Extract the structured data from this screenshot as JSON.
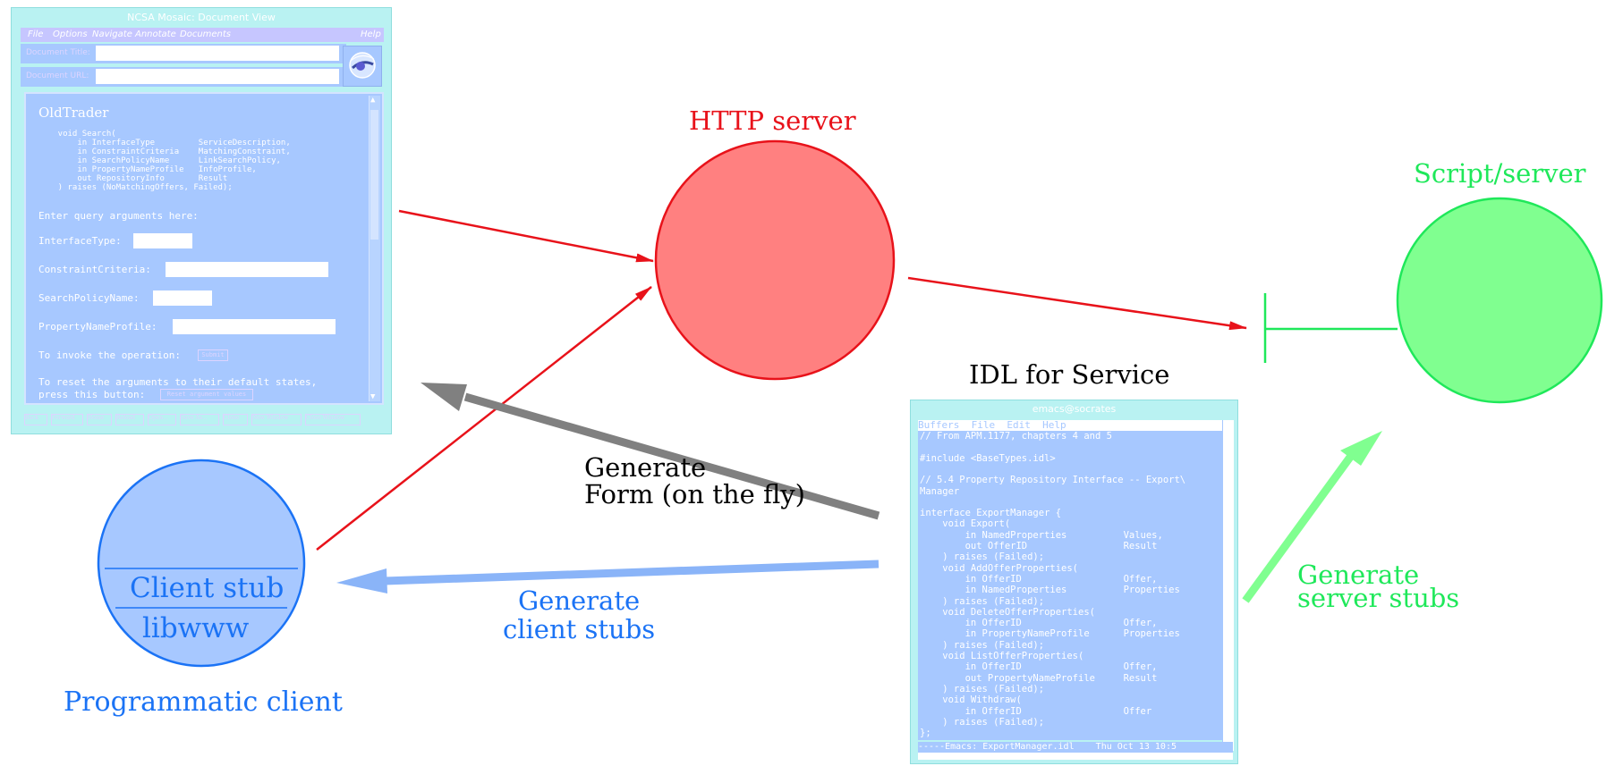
{
  "colors": {
    "http": "#e8121a",
    "http_fill": "#ff8080",
    "script": "#1fe85a",
    "script_fill": "#80ff90",
    "client": "#1b73f5",
    "client_fill": "#a7c8ff",
    "form_arrow": "#808080",
    "window_bg": "#b9f2f2",
    "doc_bg": "#a7c8ff"
  },
  "labels": {
    "http_server": "HTTP server",
    "script_server": "Script/server",
    "idl_for_service": "IDL for Service",
    "generate_form_line1": "Generate",
    "generate_form_line2": "Form (on the fly)",
    "generate_client_line1": "Generate",
    "generate_client_line2": "client stubs",
    "generate_server_line1": "Generate",
    "generate_server_line2": "server stubs",
    "programmatic_client": "Programmatic client",
    "client_stub": "Client stub",
    "libwww": "libwww"
  },
  "mosaic": {
    "title": "NCSA Mosaic: Document View",
    "menu": [
      "File",
      "Options",
      "Navigate",
      "Annotate",
      "Documents",
      "Help"
    ],
    "url_label_1": "Document Title:",
    "url_label_2": "Document URL:",
    "doc_title": "OldTrader",
    "signature": [
      "    void Search(",
      "        in InterfaceType         ServiceDescription,",
      "        in ConstraintCriteria    MatchingConstraint,",
      "        in SearchPolicyName      LinkSearchPolicy,",
      "        in PropertyNameProfile   InfoProfile,",
      "        out RepositoryInfo       Result",
      "    ) raises (NoMatchingOffers, Failed);"
    ],
    "enter_args": "Enter query arguments here:",
    "field_1": "InterfaceType:",
    "field_2": "ConstraintCriteria:",
    "field_3": "SearchPolicyName:",
    "field_4": "PropertyNameProfile:",
    "invoke_text": "To invoke the operation:",
    "invoke_button": "Submit",
    "reset_text_1": "To reset the arguments to their default states,",
    "reset_text_2": "press this button:",
    "reset_button": "Reset argument values",
    "bottom_buttons": [
      "Back",
      "Forward",
      "Home",
      "Reload",
      "Open...",
      "Save As...",
      "Clone",
      "New Window",
      "Close Window"
    ]
  },
  "emacs": {
    "title": "emacs@socrates",
    "menu": "Buffers  File  Edit  Help",
    "lines": [
      "// From APM.1177, chapters 4 and 5",
      "",
      "#include <BaseTypes.idl>",
      "",
      "// 5.4 Property Repository Interface -- Export\\",
      "Manager",
      "",
      "interface ExportManager {",
      "    void Export(",
      "        in NamedProperties          Values,",
      "        out OfferID                 Result",
      "    ) raises (Failed);",
      "    void AddOfferProperties(",
      "        in OfferID                  Offer,",
      "        in NamedProperties          Properties",
      "    ) raises (Failed);",
      "    void DeleteOfferProperties(",
      "        in OfferID                  Offer,",
      "        in PropertyNameProfile      Properties",
      "    ) raises (Failed);",
      "    void ListOfferProperties(",
      "        in OfferID                  Offer,",
      "        out PropertyNameProfile     Result",
      "    ) raises (Failed);",
      "    void Withdraw(",
      "        in OfferID                  Offer",
      "    ) raises (Failed);",
      "};"
    ],
    "modeline": "-----Emacs: ExportManager.idl    Thu Oct 13 10:5"
  }
}
